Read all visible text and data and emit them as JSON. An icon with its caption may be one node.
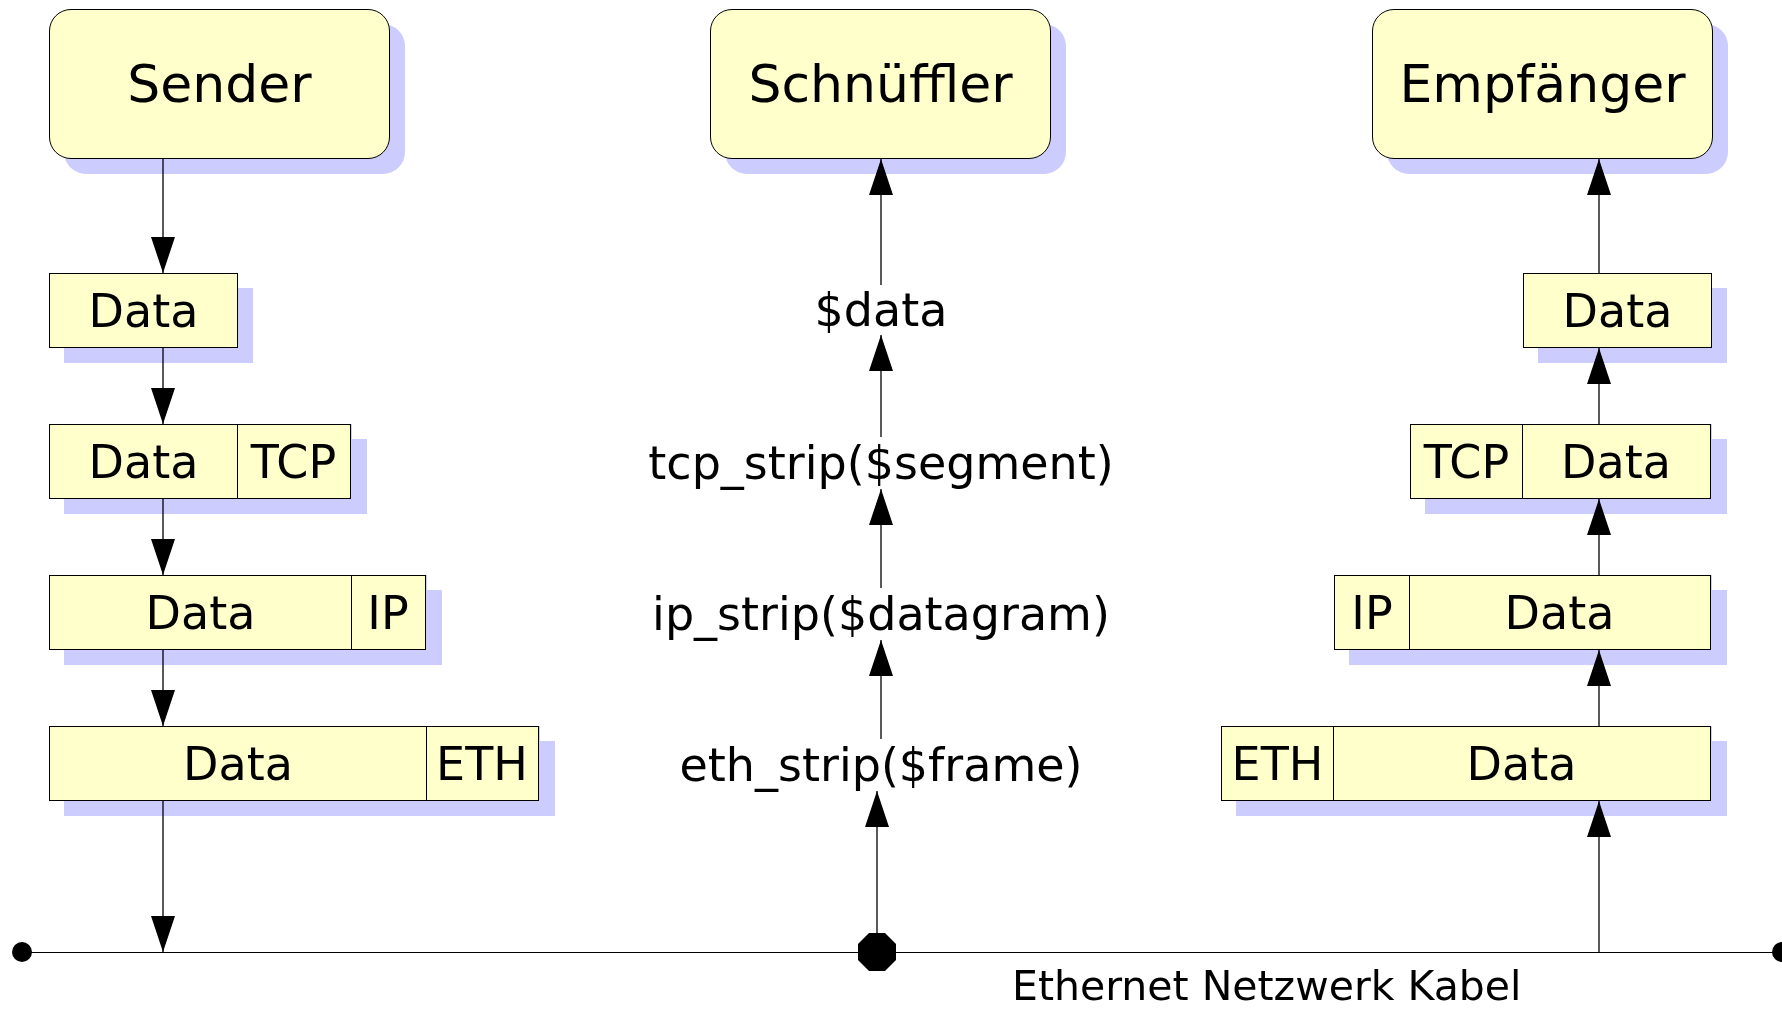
{
  "diagram": {
    "nodes": [
      {
        "text": [
          "Sender"
        ]
      },
      {
        "text": [
          "Data"
        ]
      },
      {
        "text": [
          "Data",
          "TCP"
        ]
      },
      {
        "text": [
          "Data",
          "IP"
        ]
      },
      {
        "text": [
          "Data",
          "ETH"
        ]
      },
      {
        "text": [
          "Schnüffler"
        ]
      },
      {
        "text": [
          "$data"
        ]
      },
      {
        "text": [
          "tcp_strip($segment)"
        ]
      },
      {
        "text": [
          "ip_strip($datagram)"
        ]
      },
      {
        "text": [
          "eth_strip($frame)"
        ]
      },
      {
        "text": [
          "Empfänger"
        ]
      },
      {
        "text": [
          "Data"
        ]
      },
      {
        "text": [
          "TCP",
          "Data"
        ]
      },
      {
        "text": [
          "IP",
          "Data"
        ]
      },
      {
        "text": [
          "ETH",
          "Data"
        ]
      },
      {
        "text": [
          "Ethernet Netzwerk Kabel"
        ]
      },
      {
        "text": [],
        "shape": "octagon"
      }
    ],
    "edges": [
      {
        "from": 0,
        "to": 1,
        "arrow": "to"
      },
      {
        "from": 1,
        "to": 2,
        "arrow": "to"
      },
      {
        "from": 2,
        "to": 3,
        "arrow": "to"
      },
      {
        "from": 3,
        "to": 4,
        "arrow": "to"
      },
      {
        "from": 4,
        "to": 15,
        "arrow": "to"
      },
      {
        "from": 16,
        "to": 9,
        "arrow": "to"
      },
      {
        "from": 9,
        "to": 8,
        "arrow": "to"
      },
      {
        "from": 8,
        "to": 7,
        "arrow": "to"
      },
      {
        "from": 7,
        "to": 6,
        "arrow": "to"
      },
      {
        "from": 6,
        "to": 5,
        "arrow": "to"
      },
      {
        "from": 15,
        "to": 14,
        "arrow": "to"
      },
      {
        "from": 14,
        "to": 13,
        "arrow": "to"
      },
      {
        "from": 13,
        "to": 12,
        "arrow": "to"
      },
      {
        "from": 12,
        "to": 11,
        "arrow": "to"
      },
      {
        "from": 11,
        "to": 10,
        "arrow": "to"
      }
    ]
  }
}
